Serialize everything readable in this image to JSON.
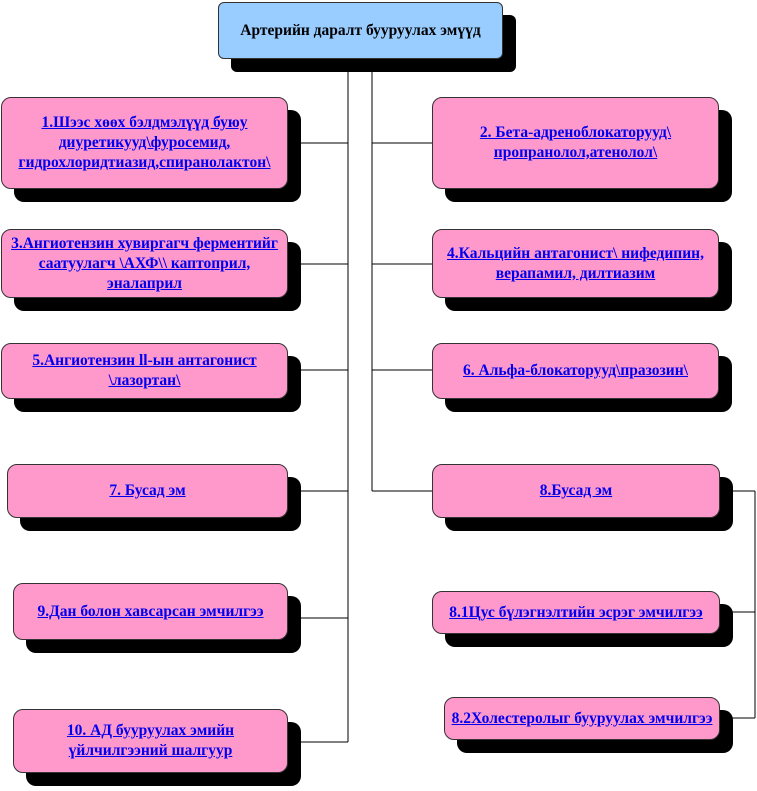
{
  "colors": {
    "root_fill": "#99ccff",
    "node_fill": "#ff99cc",
    "link_text": "#0000ee",
    "shadow": "#000000"
  },
  "root": {
    "label": "Артерийн даралт бууруулах эмүүд"
  },
  "nodes": {
    "n1": {
      "label": "1.Шээс хөөх бэлдмэлүүд буюу диуретикууд\\фуросемид, гидрохлоридтиазид,спиранолактон\\"
    },
    "n2": {
      "label": "2. Бета-адреноблокаторууд\\ пропранолол,атенолол\\"
    },
    "n3": {
      "label": "3.Ангиотензин хувиргагч ферментийг саатуулагч \\АХФ\\\\ каптоприл, эналаприл"
    },
    "n4": {
      "label": "4.Кальцийн антагонист\\ нифедипин, верапамил, дилтиазим"
    },
    "n5": {
      "label": "5.Ангиотензин ll-ын антагонист \\лазортан\\"
    },
    "n6": {
      "label": "6. Альфа-блокаторууд\\празозин\\"
    },
    "n7": {
      "label": "7. Бусад эм"
    },
    "n8": {
      "label": "8.Бусад эм"
    },
    "n9": {
      "label": "9.Дан болон хавсарсан эмчилгээ"
    },
    "n81": {
      "label": "8.1Цус бүлэгнэлтийн эсрэг эмчилгээ"
    },
    "n82": {
      "label": "8.2Холестеролыг бууруулах эмчилгээ"
    },
    "n10": {
      "label": "10. АД бууруулах эмийн үйлчилгээний шалгуур"
    }
  }
}
